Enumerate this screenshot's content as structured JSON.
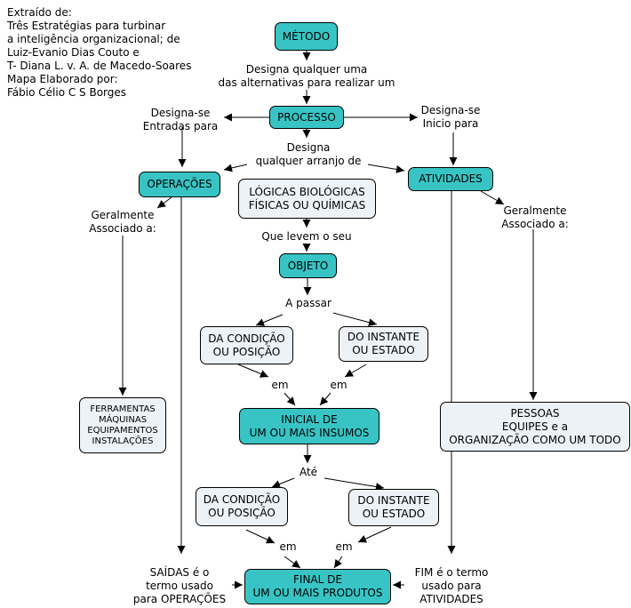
{
  "source": {
    "lines": [
      "Extraído de:",
      "Três Estratégias para turbinar",
      "a inteligência organizacional; de",
      "Luiz-Evanio Dias Couto e",
      "T- Diana L. v. A. de Macedo-Soares",
      "Mapa Elaborado por:",
      "Fábio Célio  C S Borges"
    ]
  },
  "nodes": {
    "metodo": [
      "MÉTODO"
    ],
    "processo": [
      "PROCESSO"
    ],
    "operacoes": [
      "OPERAÇÕES"
    ],
    "atividades": [
      "ATIVIDADES"
    ],
    "logicas": [
      "LÓGICAS BIOLÓGICAS",
      "FÍSICAS OU QUÍMICAS"
    ],
    "objeto": [
      "OBJETO"
    ],
    "condicao1": [
      "DA CONDIÇÃO",
      "OU POSIÇÃO"
    ],
    "instante1": [
      "DO INSTANTE",
      "OU ESTADO"
    ],
    "ferramentas": [
      "FERRAMENTAS",
      "MÁQUINAS",
      "EQUIPAMENTOS",
      "INSTALAÇÕES"
    ],
    "inicial": [
      "INICIAL DE",
      "UM OU MAIS INSUMOS"
    ],
    "pessoas": [
      "PESSOAS",
      "EQUIPES e a",
      "ORGANIZAÇÃO COMO UM TODO"
    ],
    "condicao2": [
      "DA CONDIÇÃO",
      "OU POSIÇÃO"
    ],
    "instante2": [
      "DO INSTANTE",
      "OU ESTADO"
    ],
    "final": [
      "FINAL DE",
      "UM OU MAIS PRODUTOS"
    ]
  },
  "labels": {
    "designa_alternativas": [
      "Designa qualquer uma",
      "das alternativas para realizar um"
    ],
    "entradas": [
      "Designa-se",
      "Entradas para"
    ],
    "inicio": [
      "Designa-se",
      "Inicio para"
    ],
    "arranjo": [
      "Designa",
      "qualquer arranjo de"
    ],
    "geralmente_left": [
      "Geralmente",
      "Associado a:"
    ],
    "geralmente_right": [
      "Geralmente",
      "Associado a:"
    ],
    "levem": [
      "Que levem o seu"
    ],
    "passar": [
      "A passar"
    ],
    "em1": [
      "em"
    ],
    "em2": [
      "em"
    ],
    "ate": [
      "Até"
    ],
    "em3": [
      "em"
    ],
    "em4": [
      "em"
    ],
    "saidas": [
      "SAÍDAS é o",
      "termo usado",
      "para OPERAÇÕES"
    ],
    "fim": [
      "FIM é o termo",
      "usado  para",
      "ATIVIDADES"
    ]
  },
  "colors": {
    "teal": "#38c4c4",
    "pale": "#edf2f6",
    "line": "#000000"
  }
}
